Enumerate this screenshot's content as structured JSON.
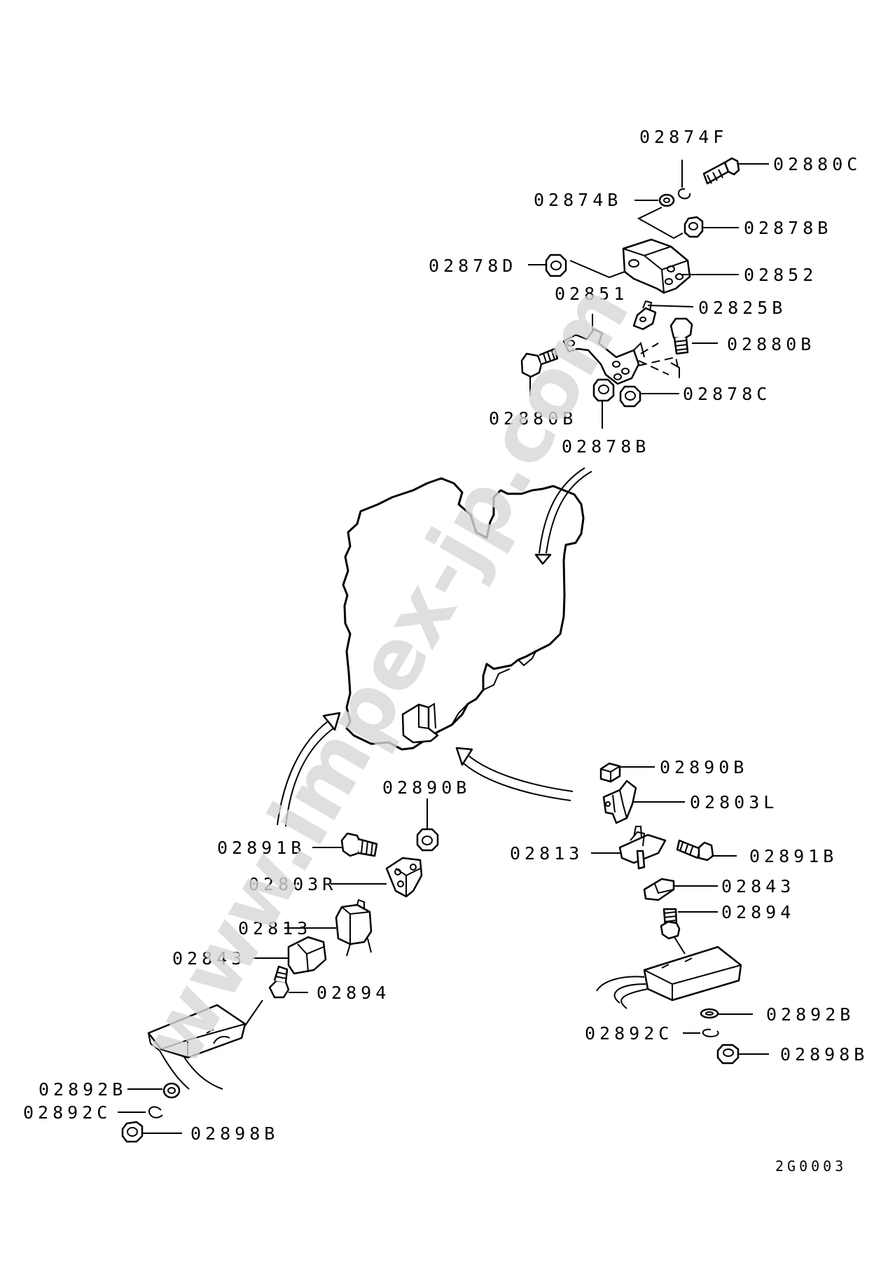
{
  "watermark": "www.impex-jp.com",
  "diagram_code": "2G0003",
  "callouts": [
    {
      "id": "c1",
      "text": "02874F"
    },
    {
      "id": "c2",
      "text": "02880C"
    },
    {
      "id": "c3",
      "text": "02874B"
    },
    {
      "id": "c4",
      "text": "02878B"
    },
    {
      "id": "c5",
      "text": "02878D"
    },
    {
      "id": "c6",
      "text": "02852"
    },
    {
      "id": "c7",
      "text": "02851"
    },
    {
      "id": "c8",
      "text": "02825B"
    },
    {
      "id": "c9",
      "text": "02880B"
    },
    {
      "id": "c10",
      "text": "02878C"
    },
    {
      "id": "c11",
      "text": "02880B"
    },
    {
      "id": "c12",
      "text": "02878B"
    },
    {
      "id": "c13",
      "text": "02890B"
    },
    {
      "id": "c14",
      "text": "02803L"
    },
    {
      "id": "c15",
      "text": "02890B"
    },
    {
      "id": "c16",
      "text": "02891B"
    },
    {
      "id": "c17",
      "text": "02813"
    },
    {
      "id": "c18",
      "text": "02891B"
    },
    {
      "id": "c19",
      "text": "02803R"
    },
    {
      "id": "c20",
      "text": "02843"
    },
    {
      "id": "c21",
      "text": "02813"
    },
    {
      "id": "c22",
      "text": "02894"
    },
    {
      "id": "c23",
      "text": "02843"
    },
    {
      "id": "c24",
      "text": "02894"
    },
    {
      "id": "c25",
      "text": "02892B"
    },
    {
      "id": "c26",
      "text": "02892C"
    },
    {
      "id": "c27",
      "text": "02898B"
    },
    {
      "id": "c28",
      "text": "02892B"
    },
    {
      "id": "c29",
      "text": "02892C"
    },
    {
      "id": "c30",
      "text": "02898B"
    }
  ]
}
